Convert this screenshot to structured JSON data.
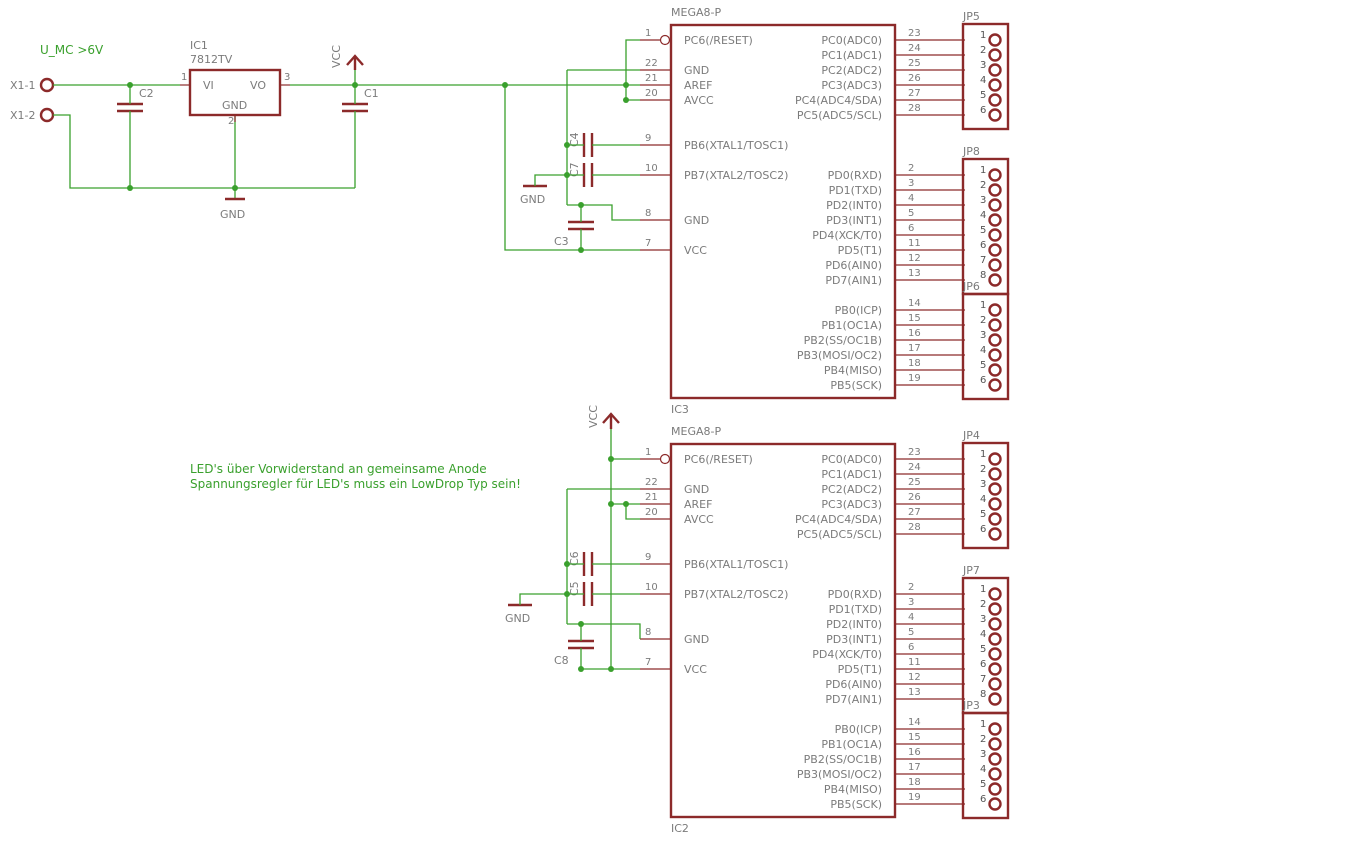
{
  "note": {
    "line1": "LED's über Vorwiderstand an gemeinsame Anode",
    "line2": "Spannungsregler für LED's muss ein LowDrop Typ sein!"
  },
  "supply": {
    "net_label": "U_MC >6V",
    "x1_1": "X1-1",
    "x1_2": "X1-2",
    "ic1_name": "IC1",
    "ic1_value": "7812TV",
    "ic1_vi": "VI",
    "ic1_vo": "VO",
    "ic1_gnd": "GND",
    "ic1_pin1": "1",
    "ic1_pin2": "2",
    "ic1_pin3": "3",
    "c2": "C2",
    "c1": "C1",
    "vcc": "VCC",
    "gnd": "GND"
  },
  "mcu_left_pins": [
    {
      "num": "1",
      "name": "PC6(/RESET)"
    },
    {
      "num": "22",
      "name": "GND"
    },
    {
      "num": "21",
      "name": "AREF"
    },
    {
      "num": "20",
      "name": "AVCC"
    },
    {
      "num": "9",
      "name": "PB6(XTAL1/TOSC1)"
    },
    {
      "num": "10",
      "name": "PB7(XTAL2/TOSC2)"
    },
    {
      "num": "8",
      "name": "GND"
    },
    {
      "num": "7",
      "name": "VCC"
    }
  ],
  "mcu_right_pins": [
    {
      "num": "23",
      "name": "PC0(ADC0)"
    },
    {
      "num": "24",
      "name": "PC1(ADC1)"
    },
    {
      "num": "25",
      "name": "PC2(ADC2)"
    },
    {
      "num": "26",
      "name": "PC3(ADC3)"
    },
    {
      "num": "27",
      "name": "PC4(ADC4/SDA)"
    },
    {
      "num": "28",
      "name": "PC5(ADC5/SCL)"
    },
    {
      "num": "2",
      "name": "PD0(RXD)"
    },
    {
      "num": "3",
      "name": "PD1(TXD)"
    },
    {
      "num": "4",
      "name": "PD2(INT0)"
    },
    {
      "num": "5",
      "name": "PD3(INT1)"
    },
    {
      "num": "6",
      "name": "PD4(XCK/T0)"
    },
    {
      "num": "11",
      "name": "PD5(T1)"
    },
    {
      "num": "12",
      "name": "PD6(AIN0)"
    },
    {
      "num": "13",
      "name": "PD7(AIN1)"
    },
    {
      "num": "14",
      "name": "PB0(ICP)"
    },
    {
      "num": "15",
      "name": "PB1(OC1A)"
    },
    {
      "num": "16",
      "name": "PB2(SS/OC1B)"
    },
    {
      "num": "17",
      "name": "PB3(MOSI/OC2)"
    },
    {
      "num": "18",
      "name": "PB4(MISO)"
    },
    {
      "num": "19",
      "name": "PB5(SCK)"
    }
  ],
  "mcus": [
    {
      "value": "MEGA8-P",
      "name": "IC3",
      "caps": {
        "xtal1": "C4",
        "xtal2": "C7",
        "decouple": "C3"
      },
      "gnd": "GND",
      "headers": [
        "JP5",
        "JP8",
        "JP6"
      ]
    },
    {
      "value": "MEGA8-P",
      "name": "IC2",
      "caps": {
        "xtal1": "C6",
        "xtal2": "C5",
        "decouple": "C8"
      },
      "gnd": "GND",
      "vcc": "VCC",
      "headers": [
        "JP4",
        "JP7",
        "JP3"
      ]
    }
  ],
  "header_pin_numbers": {
    "six": [
      "1",
      "2",
      "3",
      "4",
      "5",
      "6"
    ],
    "eight": [
      "1",
      "2",
      "3",
      "4",
      "5",
      "6",
      "7",
      "8"
    ]
  }
}
